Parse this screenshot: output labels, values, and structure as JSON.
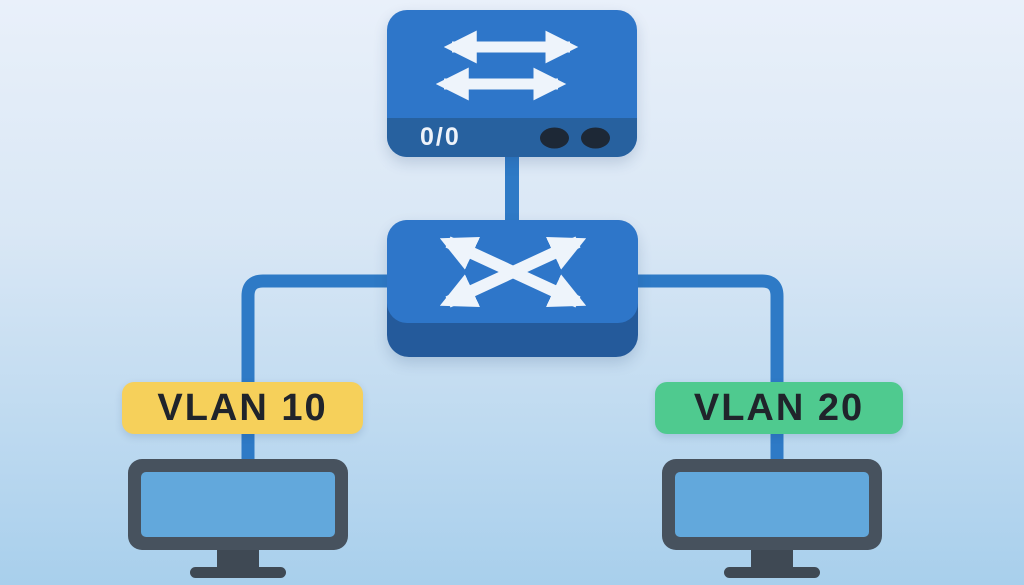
{
  "diagram": {
    "background": {
      "gradient_top": "#e9f0fa",
      "gradient_bottom": "#a8cfec"
    },
    "link_color": "#2e7ac6",
    "arrow_color": "#eef4fb",
    "router": {
      "icon": "bidirectional-arrows-icon",
      "interface_label": "0/0",
      "body_color": "#2e76c9",
      "panel_color": "#27619f",
      "led_color": "#1d2836",
      "led_count": 2
    },
    "switch": {
      "icon": "crossed-arrows-icon",
      "face_color": "#2e76c9",
      "base_color": "#245a9b"
    },
    "vlans": [
      {
        "label": "VLAN 10",
        "badge_color": "#f6d05a",
        "text_color": "#20242b"
      },
      {
        "label": "VLAN 20",
        "badge_color": "#4fca8f",
        "text_color": "#20242b"
      }
    ],
    "workstations": [
      {
        "vlan": "VLAN 10",
        "frame_color": "#47525e",
        "screen_color": "#62a8dc"
      },
      {
        "vlan": "VLAN 20",
        "frame_color": "#47525e",
        "screen_color": "#62a8dc"
      }
    ]
  }
}
